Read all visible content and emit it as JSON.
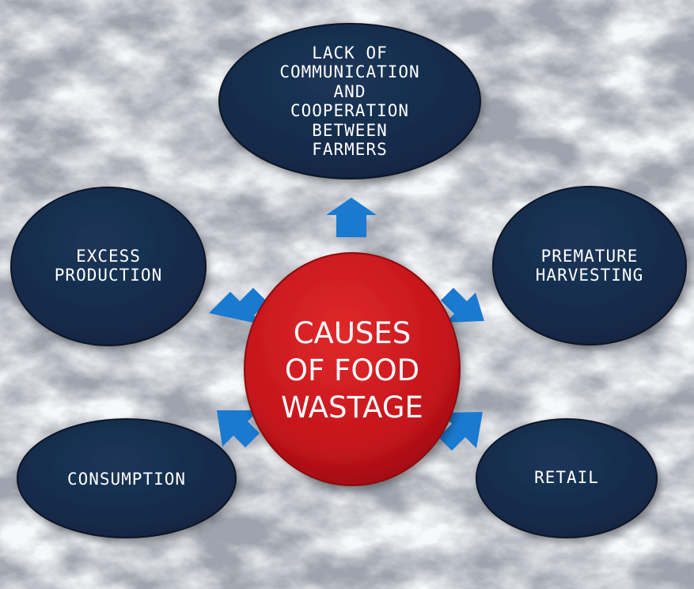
{
  "diagram": {
    "center": {
      "label": "CAUSES\nOF FOOD\nWASTAGE",
      "fill": "#c4141c"
    },
    "nodes": [
      {
        "id": "communication",
        "label": "LACK OF\nCOMMUNICATION\nAND\nCOOPERATION\nBETWEEN\nFARMERS"
      },
      {
        "id": "excess-production",
        "label": "EXCESS\nPRODUCTION"
      },
      {
        "id": "premature-harvesting",
        "label": "PREMATURE\nHARVESTING"
      },
      {
        "id": "consumption",
        "label": "CONSUMPTION"
      },
      {
        "id": "retail",
        "label": "RETAIL"
      }
    ],
    "colors": {
      "node_fill": "#142a4a",
      "arrow": "#1a7ad0",
      "background": "#e4e6ec"
    }
  }
}
